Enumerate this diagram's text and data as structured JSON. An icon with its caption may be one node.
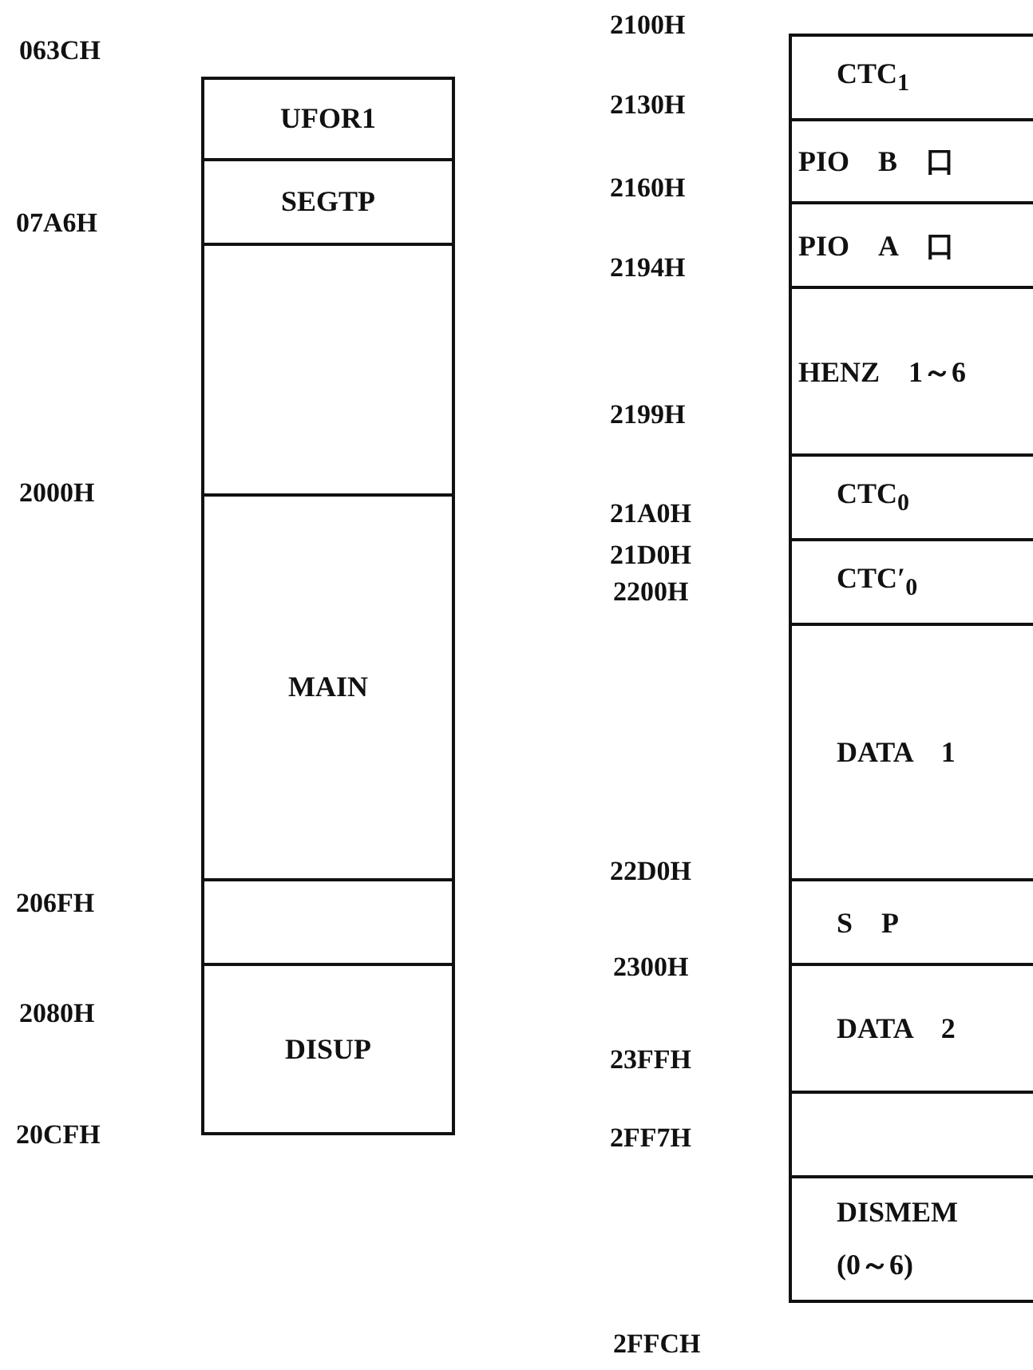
{
  "diagram": {
    "nodes": [
      {
        "text": [
          "UFOR1"
        ]
      },
      {
        "text": [
          "SEGTP"
        ]
      },
      {
        "text": [],
        "shape": "box"
      },
      {
        "text": [
          "MAIN"
        ]
      },
      {
        "text": [],
        "shape": "box"
      },
      {
        "text": [
          "DISUP"
        ]
      },
      {
        "text": [
          "CTC$_{1}$"
        ]
      },
      {
        "text": [
          "PIO　B　口"
        ]
      },
      {
        "text": [
          "PIO　A　口"
        ]
      },
      {
        "text": [
          "HENZ　1～6"
        ]
      },
      {
        "text": [
          "CTC$_{0}$"
        ]
      },
      {
        "text": [
          "CTC′$_{0}$"
        ]
      },
      {
        "text": [
          "DATA　1"
        ]
      },
      {
        "text": [
          "S　P"
        ]
      },
      {
        "text": [
          "DATA　2"
        ]
      },
      {
        "text": [],
        "shape": "box"
      },
      {
        "text": [
          "DISMEM",
          "(0～6)"
        ]
      }
    ],
    "labels": [
      "063CH",
      "07A6H",
      "2000H",
      "206FH",
      "2080H",
      "20CFH",
      "2100H",
      "2130H",
      "2160H",
      "2194H",
      "2199H",
      "21A0H",
      "21D0H",
      "2200H",
      "22D0H",
      "2300H",
      "23FFH",
      "2FF7H",
      "2FFCH"
    ]
  }
}
